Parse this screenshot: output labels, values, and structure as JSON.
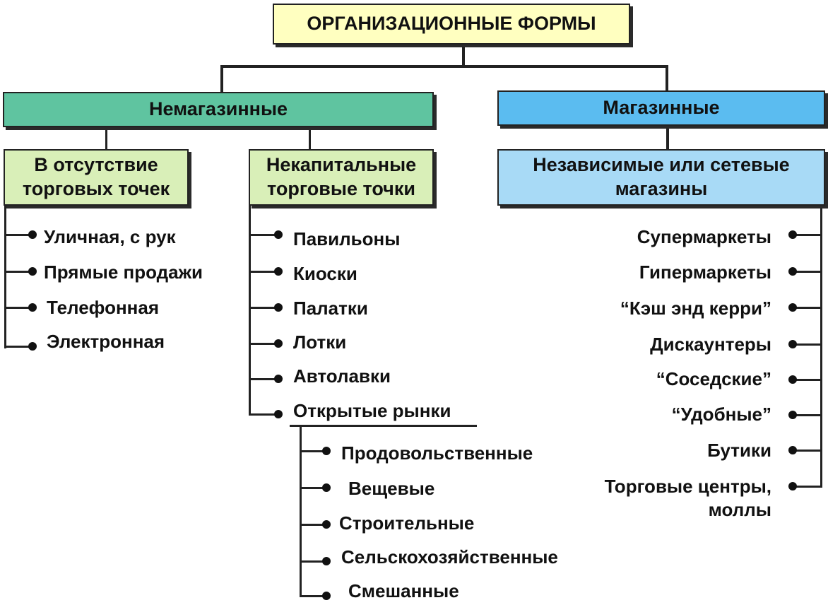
{
  "title": "ОРГАНИЗАЦИОННЫЕ ФОРМЫ",
  "branches": {
    "non_store": {
      "label": "Немагазинные",
      "groups": {
        "no_outlets": {
          "label_line1": "В отсутствие",
          "label_line2": "торговых точек",
          "items": [
            "Уличная, с рук",
            "Прямые продажи",
            "Телефонная",
            "Электронная"
          ]
        },
        "temporary_outlets": {
          "label_line1": "Некапитальные",
          "label_line2": "торговые точки",
          "items": [
            "Павильоны",
            "Киоски",
            "Палатки",
            "Лотки",
            "Автолавки",
            "Открытые рынки"
          ],
          "markets": [
            "Продовольственные",
            "Вещевые",
            "Строительные",
            "Сельскохозяйственные",
            "Смешанные"
          ]
        }
      }
    },
    "store": {
      "label": "Магазинные",
      "group": {
        "label_line1": "Независимые или сетевые",
        "label_line2": "магазины",
        "items": [
          "Супермаркеты",
          "Гипермаркеты",
          "“Кэш энд керри”",
          "Дискаунтеры",
          "“Соседские”",
          "“Удобные”",
          "Бутики",
          "Торговые центры,"
        ],
        "last_item_line2": "моллы"
      }
    }
  },
  "colors": {
    "title_fill": "#ffffc0",
    "non_store_fill": "#5fc4a0",
    "store_fill": "#5bbcf0",
    "group_fill_green": "#d9efb8",
    "group_fill_blue": "#a8daf6"
  }
}
